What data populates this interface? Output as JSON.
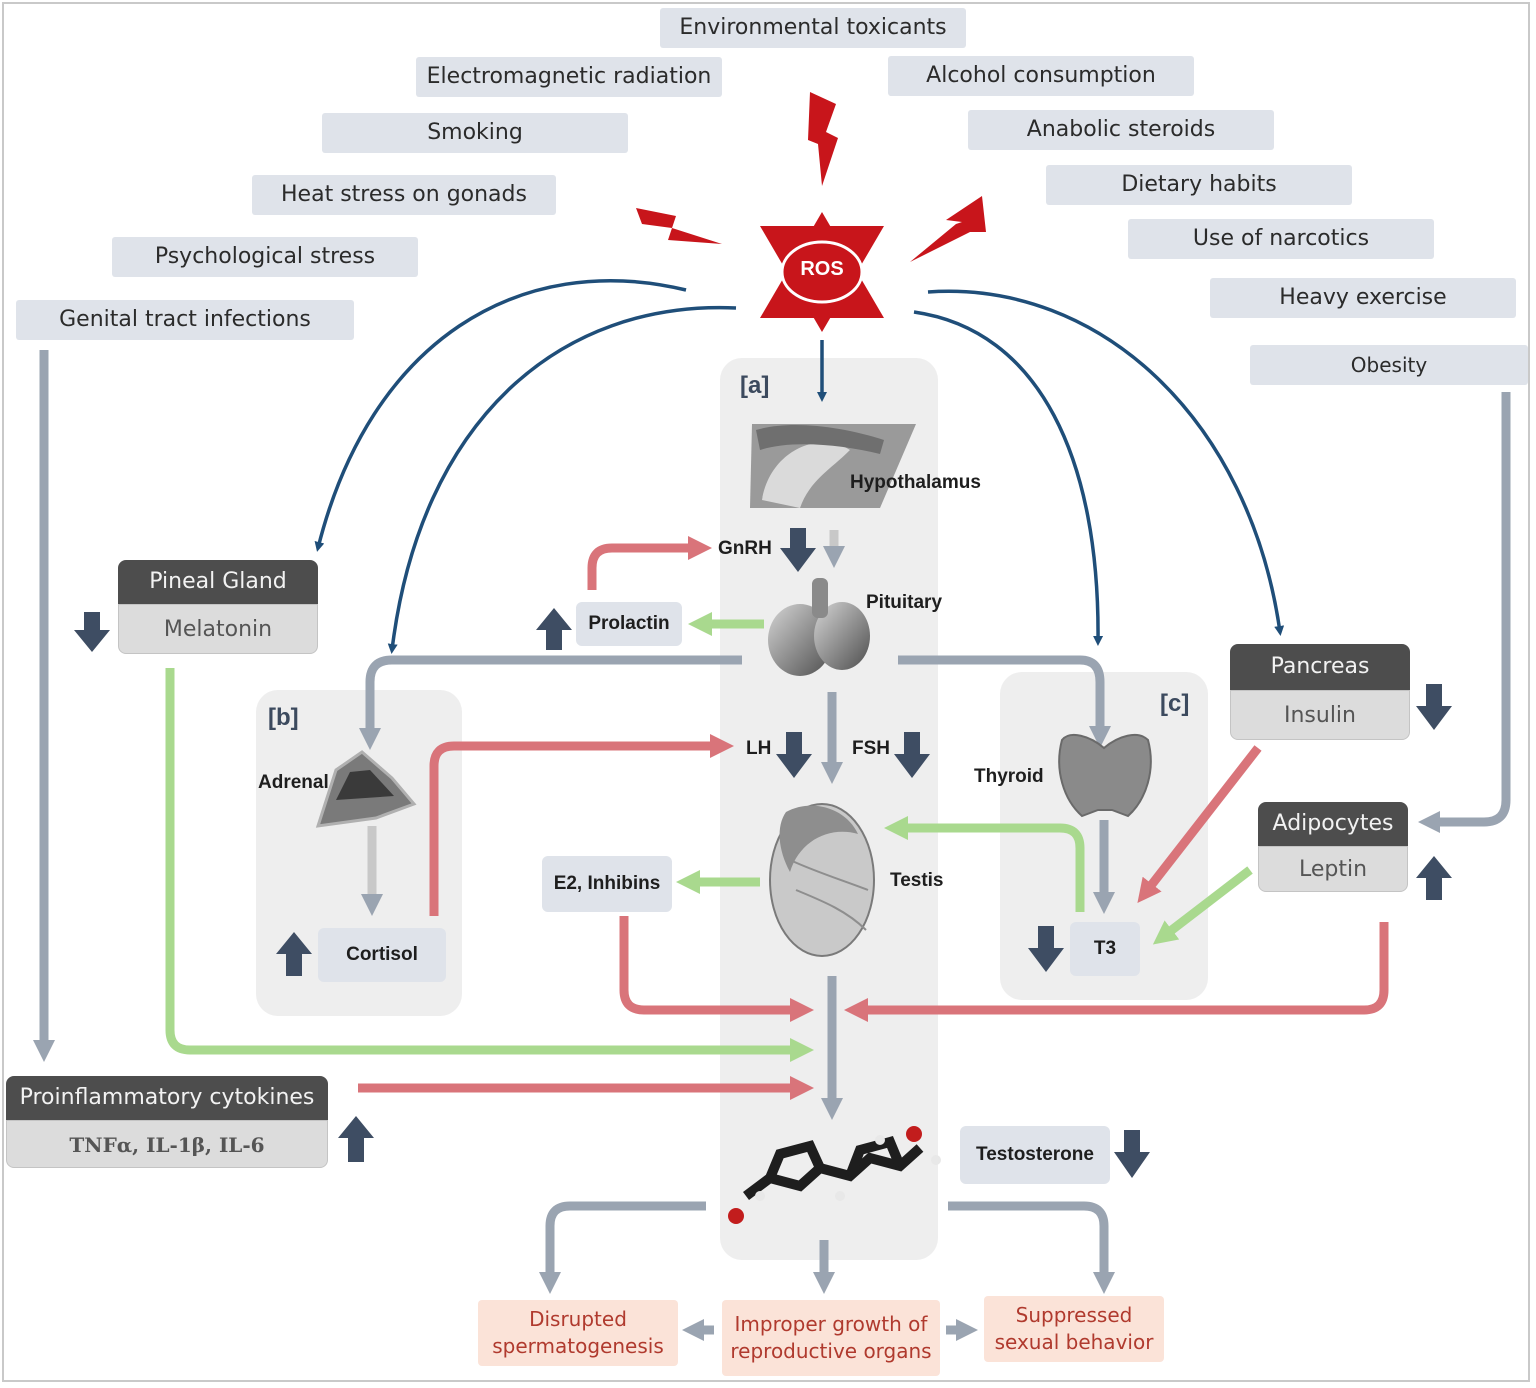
{
  "ros": {
    "label": "ROS"
  },
  "causes": {
    "left": [
      "Electromagnetic radiation",
      "Smoking",
      "Heat stress on gonads",
      "Psychological stress",
      "Genital tract infections"
    ],
    "top": "Environmental toxicants",
    "right": [
      "Alcohol consumption",
      "Anabolic steroids",
      "Dietary habits",
      "Use of narcotics",
      "Heavy exercise",
      "Obesity"
    ]
  },
  "sections": {
    "a": "[a]",
    "b": "[b]",
    "c": "[c]"
  },
  "organs": {
    "hypothalamus": "Hypothalamus",
    "pituitary": "Pituitary",
    "testis": "Testis",
    "adrenal": "Adrenal",
    "thyroid": "Thyroid"
  },
  "hormones": {
    "gnrh": "GnRH",
    "prolactin": "Prolactin",
    "lh": "LH",
    "fsh": "FSH",
    "e2_inhibins": "E2, Inhibins",
    "cortisol": "Cortisol",
    "t3": "T3",
    "testosterone": "Testosterone"
  },
  "glands": {
    "pineal": {
      "title": "Pineal Gland",
      "hormone": "Melatonin"
    },
    "pancreas": {
      "title": "Pancreas",
      "hormone": "Insulin"
    },
    "adipocytes": {
      "title": "Adipocytes",
      "hormone": "Leptin"
    },
    "cytokines": {
      "title": "Proinflammatory cytokines",
      "hormone": "TNFα, IL-1β, IL-6"
    }
  },
  "outcomes": {
    "left": [
      "Disrupted",
      "spermatogenesis"
    ],
    "center": [
      "Improper growth of",
      "reproductive organs"
    ],
    "right": [
      "Suppressed",
      "sexual behavior"
    ]
  },
  "colors": {
    "navy": "#1f4e79",
    "gray_arrow": "#9aa4b1",
    "red_arrow": "#d9747a",
    "green_arrow": "#a9d98e",
    "updown": "#3e4d63",
    "ros_red": "#c8151b"
  }
}
